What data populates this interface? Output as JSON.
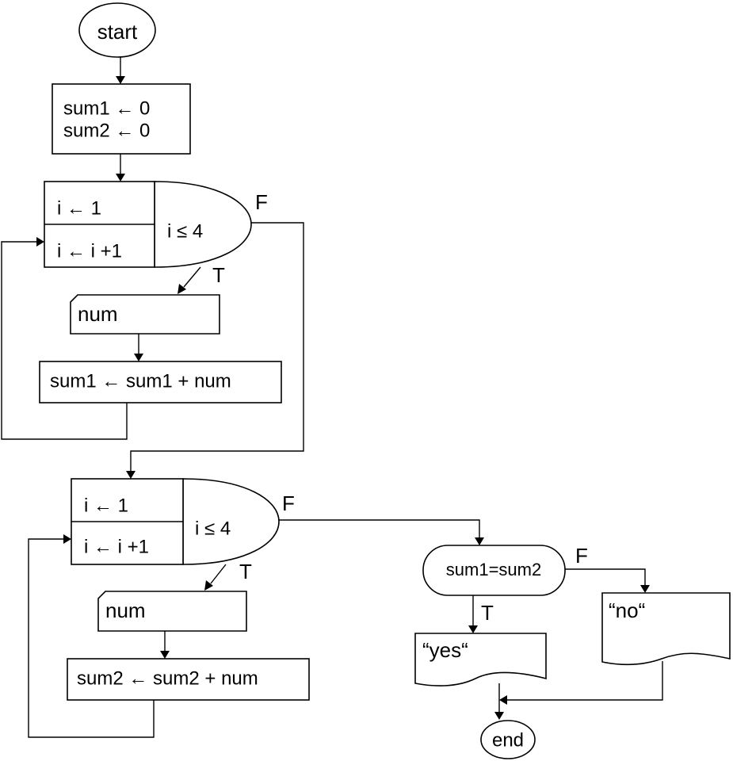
{
  "flowchart": {
    "start_label": "start",
    "init": {
      "line1": "sum1 ← 0",
      "line2": "sum2 ← 0"
    },
    "loop1": {
      "init": "i ← 1",
      "increment": "i ← i +1",
      "condition": "i ≤ 4",
      "true_label": "T",
      "false_label": "F",
      "input": "num",
      "process": "sum1 ← sum1 + num"
    },
    "loop2": {
      "init": "i ← 1",
      "increment": "i ← i +1",
      "condition": "i ≤ 4",
      "true_label": "T",
      "false_label": "F",
      "input": "num",
      "process": "sum2 ← sum2 + num"
    },
    "decision": {
      "condition": "sum1=sum2",
      "true_label": "T",
      "false_label": "F"
    },
    "output_yes": "“yes“",
    "output_no": "“no“",
    "end_label": "end"
  }
}
